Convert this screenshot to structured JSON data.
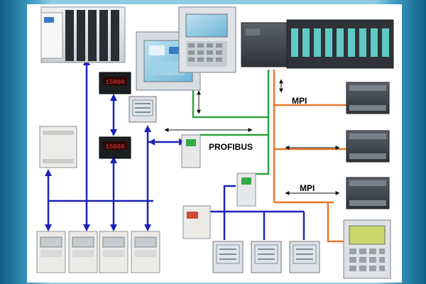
{
  "labels": {
    "mpi_top": "MPI",
    "mpi_bottom": "MPI",
    "profibus": "PROFIBUS"
  },
  "meter_readouts": {
    "meter_top": "15000",
    "meter_mid": "15000"
  },
  "colors": {
    "profibus_line": "#2ea33a",
    "mpi_line": "#e8772b",
    "rs485_line": "#1b22b8",
    "ethernet_line": "#111111",
    "frame_accent": "#3b98be"
  },
  "devices": [
    {
      "name": "plc-rack-top-left",
      "icon": "plc-rack-icon"
    },
    {
      "name": "hmi-panel-left",
      "icon": "touch-panel-icon"
    },
    {
      "name": "hmi-panel-right",
      "icon": "keypad-panel-icon"
    },
    {
      "name": "s7-300-rack",
      "icon": "plc-rack-icon"
    },
    {
      "name": "remote-io-1",
      "icon": "io-module-icon"
    },
    {
      "name": "remote-io-2",
      "icon": "io-module-icon"
    },
    {
      "name": "remote-io-3",
      "icon": "io-module-icon"
    },
    {
      "name": "text-display-op",
      "icon": "operator-panel-icon"
    },
    {
      "name": "power-meter-top",
      "icon": "power-meter-icon"
    },
    {
      "name": "profibus-gateway-1",
      "icon": "gateway-icon"
    },
    {
      "name": "profibus-gateway-2",
      "icon": "gateway-icon"
    },
    {
      "name": "mini-plc-left",
      "icon": "mini-plc-icon"
    },
    {
      "name": "vfd-left",
      "icon": "drive-icon"
    },
    {
      "name": "vfd-1",
      "icon": "drive-icon"
    },
    {
      "name": "vfd-2",
      "icon": "drive-icon"
    },
    {
      "name": "vfd-3",
      "icon": "drive-icon"
    },
    {
      "name": "vfd-4",
      "icon": "drive-icon"
    },
    {
      "name": "power-meter-1",
      "icon": "power-meter-icon"
    },
    {
      "name": "power-meter-2",
      "icon": "power-meter-icon"
    },
    {
      "name": "power-meter-3",
      "icon": "power-meter-icon"
    }
  ]
}
